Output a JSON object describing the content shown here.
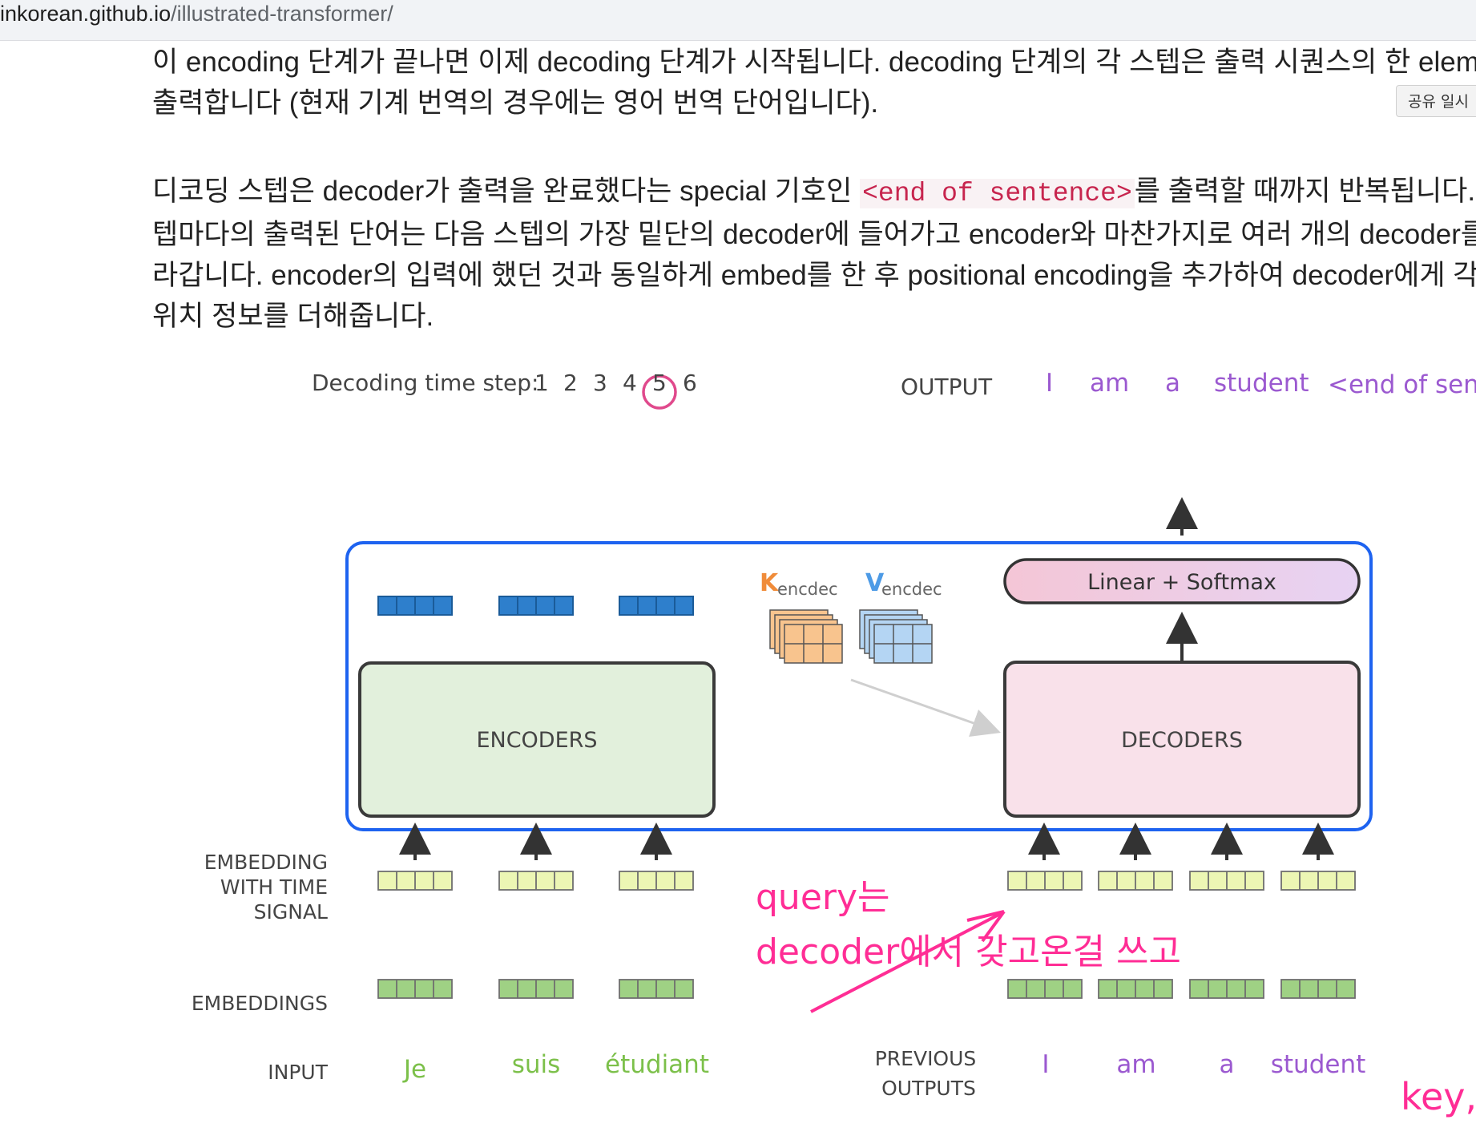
{
  "browser": {
    "url_host": "inkorean.github.io",
    "url_path": "/illustrated-transformer/"
  },
  "article": {
    "paragraph1_line1": "이 encoding 단계가 끝나면 이제 decoding 단계가 시작됩니다. decoding 단계의 각 스텝은 출력 시퀀스의 한 eleme",
    "paragraph1_line2": "출력합니다 (현재 기계 번역의 경우에는 영어 번역 단어입니다).",
    "paragraph2_line1_before": "디코딩 스텝은 decoder가 출력을 완료했다는 special 기호인 ",
    "paragraph2_code": "<end of sentence>",
    "paragraph2_line1_after": "를 출력할 때까지 반복됩니다.",
    "paragraph2_line2": "텝마다의 출력된 단어는 다음 스텝의 가장 밑단의 decoder에 들어가고 encoder와 마찬가지로 여러 개의 decoder를",
    "paragraph2_line3": "라갑니다. encoder의 입력에 했던 것과 동일하게 embed를 한 후 positional encoding을 추가하여 decoder에게 각",
    "paragraph2_line4": "위치 정보를 더해줍니다."
  },
  "share_button": {
    "label": "공유 일시"
  },
  "figure": {
    "decoding_label": "Decoding time step:",
    "time_steps": [
      "1",
      "2",
      "3",
      "4",
      "5",
      "6"
    ],
    "current_step": "5",
    "output_label": "OUTPUT",
    "output_words": [
      "I",
      "am",
      "a",
      "student",
      "<end of sent"
    ],
    "kv_k_letter": "K",
    "kv_k_sub": "encdec",
    "kv_v_letter": "V",
    "kv_v_sub": "encdec",
    "linear_softmax": "Linear + Softmax",
    "encoders_label": "ENCODERS",
    "decoders_label": "DECODERS",
    "embedding_time_signal_label": [
      "EMBEDDING",
      "WITH TIME",
      "SIGNAL"
    ],
    "embeddings_label": "EMBEDDINGS",
    "input_label": "INPUT",
    "input_words": [
      "Je",
      "suis",
      "étudiant"
    ],
    "previous_outputs_label": [
      "PREVIOUS",
      "OUTPUTS"
    ],
    "previous_output_words": [
      "I",
      "am",
      "a",
      "student"
    ],
    "colors": {
      "purple_text": "#9b59d0",
      "green_text": "#7cc04a",
      "orange_k": "#f08c3a",
      "blue_v": "#4d9be6",
      "annotation_pink": "#ff2d95",
      "box_outline_blue": "#1e63f0"
    }
  },
  "annotations": {
    "query_line1": "query는",
    "query_line2": "decoder에서 갖고온걸 쓰고",
    "key_fragment": "key,"
  }
}
